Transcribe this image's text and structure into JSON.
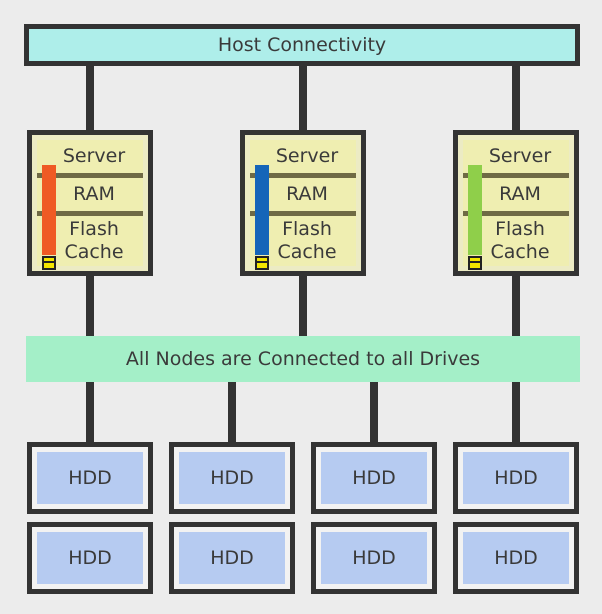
{
  "host": {
    "label": "Host Connectivity"
  },
  "fabric": {
    "label": "All Nodes are Connected to all Drives"
  },
  "servers": [
    {
      "title": "Server",
      "ram": "RAM",
      "flash_line1": "Flash",
      "flash_line2": "Cache",
      "accent": "#ef5a24"
    },
    {
      "title": "Server",
      "ram": "RAM",
      "flash_line1": "Flash",
      "flash_line2": "Cache",
      "accent": "#1565b8"
    },
    {
      "title": "Server",
      "ram": "RAM",
      "flash_line1": "Flash",
      "flash_line2": "Cache",
      "accent": "#8fcf4a"
    }
  ],
  "drives": [
    {
      "label": "HDD"
    },
    {
      "label": "HDD"
    },
    {
      "label": "HDD"
    },
    {
      "label": "HDD"
    },
    {
      "label": "HDD"
    },
    {
      "label": "HDD"
    },
    {
      "label": "HDD"
    },
    {
      "label": "HDD"
    }
  ],
  "colors": {
    "host_bar": "#aeeeea",
    "fabric_bar": "#a4efc8",
    "server_fill": "#efeeb1",
    "hdd_fill": "#b6cbf1",
    "wire": "#333333"
  }
}
